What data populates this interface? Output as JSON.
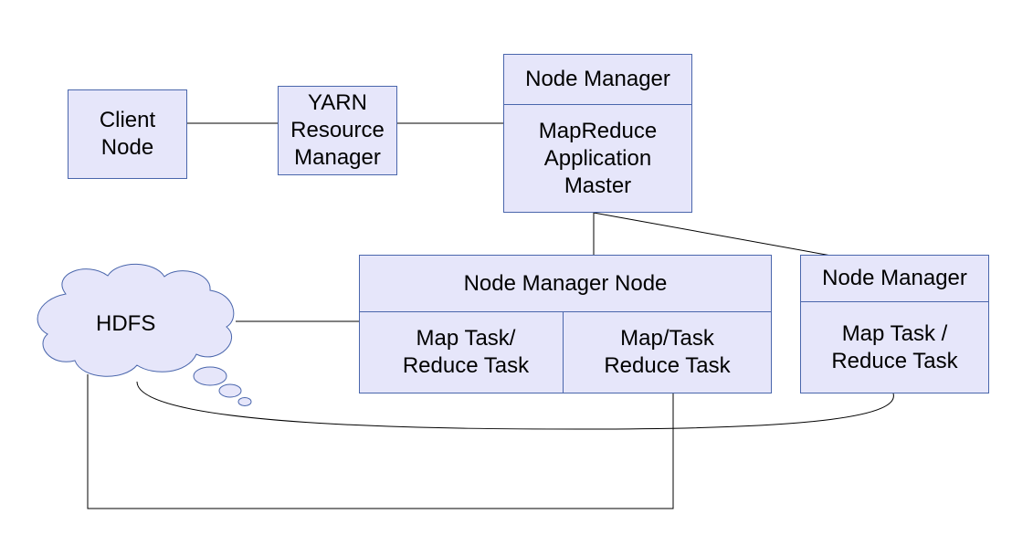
{
  "colors": {
    "fill": "#e6e6fa",
    "stroke": "#4a66ac",
    "line": "#000000"
  },
  "nodes": {
    "client": "Client\nNode",
    "yarn": "YARN\nResource\nManager",
    "nm_top": {
      "header": "Node Manager",
      "body": "MapReduce\nApplication\nMaster"
    },
    "nm_node": {
      "header": "Node Manager Node",
      "left": "Map Task/\nReduce Task",
      "right": "Map/Task\nReduce Task"
    },
    "nm_right": {
      "header": "Node Manager",
      "body": "Map Task /\nReduce Task"
    },
    "hdfs": {
      "label": "HDFS",
      "shape": "cloud"
    }
  }
}
